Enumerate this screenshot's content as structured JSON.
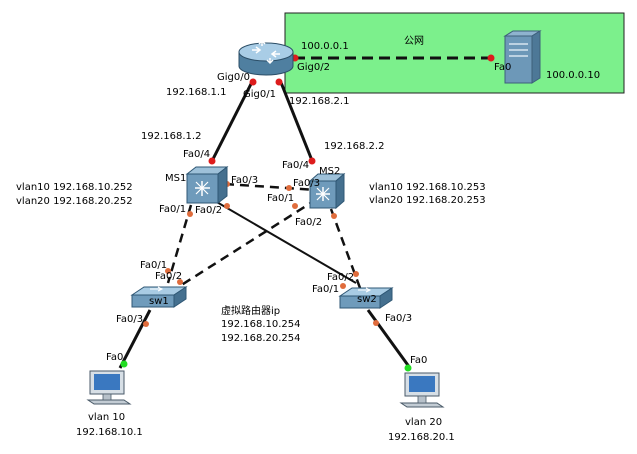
{
  "zone": {
    "label": "公网",
    "fill": "#7cf08c"
  },
  "colors": {
    "link": "#111111",
    "port_up": "#e06c3c",
    "port_down": "#dd1c1c",
    "port_pc": "#22dd22"
  },
  "devices": {
    "router": {
      "iface_label_a": "Gig0/0",
      "iface_label_b": "Gig0/1",
      "public_iface": "Gig0/2",
      "public_ip": "100.0.0.1",
      "ip_a": "192.168.1.1",
      "ip_b": "192.168.2.1"
    },
    "server": {
      "port": "Fa0",
      "ip": "100.0.0.10"
    },
    "ms1": {
      "name": "MS1",
      "up_ip": "192.168.1.2",
      "port_up": "Fa0/4",
      "port_peer": "Fa0/3",
      "port_sw1": "Fa0/1",
      "port_sw2": "Fa0/2",
      "vlan10": "vlan10 192.168.10.252",
      "vlan20": "vlan20 192.168.20.252"
    },
    "ms2": {
      "name": "MS2",
      "up_ip": "192.168.2.2",
      "port_up": "Fa0/4",
      "port_peer": "Fa0/3",
      "port_sw1": "Fa0/1",
      "port_sw2": "Fa0/2",
      "vlan10": "vlan10 192.168.10.253",
      "vlan20": "vlan20 192.168.20.253"
    },
    "sw1": {
      "name": "sw1",
      "port_ms1": "Fa0/1",
      "port_ms2": "Fa0/2",
      "port_pc": "Fa0/3"
    },
    "sw2": {
      "name": "sw2",
      "port_ms2": "Fa0/2",
      "port_ms1": "Fa0/1",
      "port_pc": "Fa0/3"
    },
    "pc1": {
      "port": "Fa0",
      "vlan": "vlan 10",
      "ip": "192.168.10.1"
    },
    "pc2": {
      "port": "Fa0",
      "vlan": "vlan 20",
      "ip": "192.168.20.1"
    }
  },
  "vip": {
    "title": "虚拟路由器ip",
    "ip1": "192.168.10.254",
    "ip2": "192.168.20.254"
  }
}
